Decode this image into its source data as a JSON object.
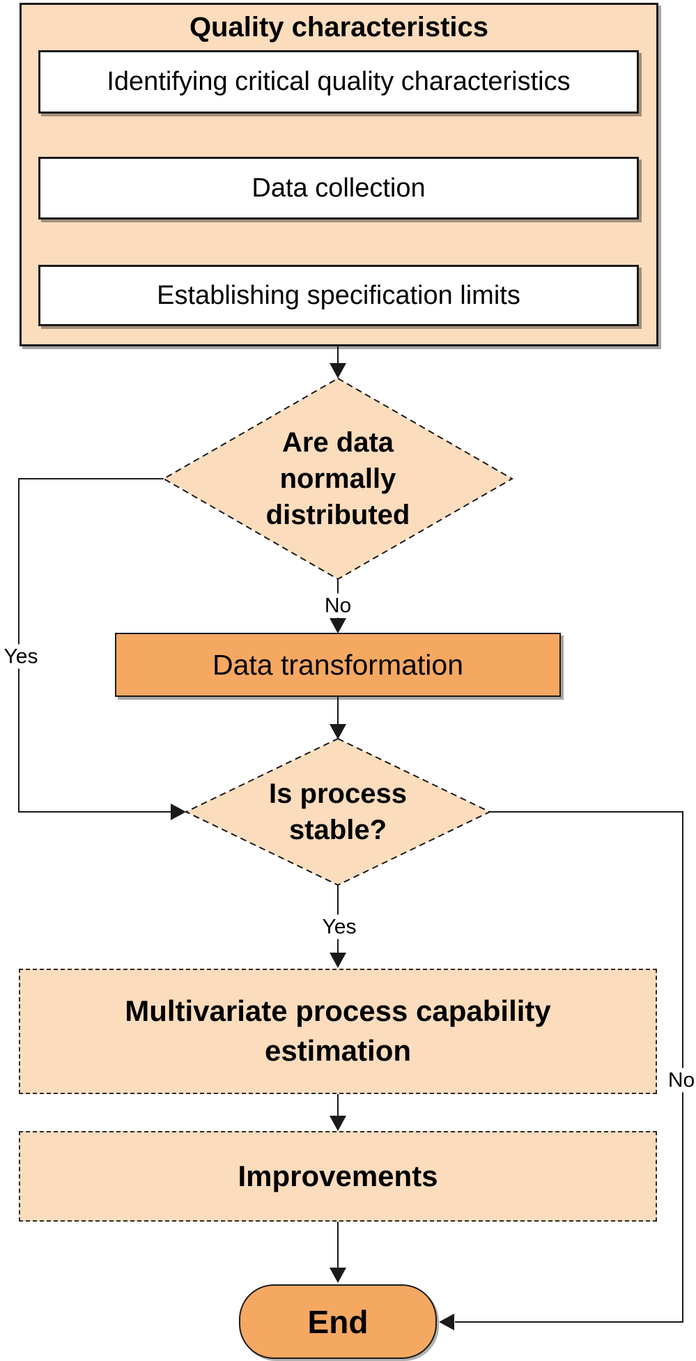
{
  "flowchart": {
    "colors": {
      "light_fill": "#FBDCBD",
      "accent_fill": "#F5A862",
      "line": "#1A1A1A"
    },
    "group": {
      "title": "Quality characteristics",
      "steps": [
        {
          "label": "Identifying critical quality characteristics"
        },
        {
          "label": "Data collection"
        },
        {
          "label": "Establishing specification limits"
        }
      ]
    },
    "decision_normality": {
      "label": "Are data\nnormally\ndistributed",
      "no_label": "No",
      "yes_label": "Yes"
    },
    "transformation": {
      "label": "Data transformation"
    },
    "decision_stability": {
      "label": "Is process\nstable?",
      "yes_label": "Yes",
      "no_label": "No"
    },
    "estimation": {
      "label": "Multivariate process capability\nestimation"
    },
    "improvements": {
      "label": "Improvements"
    },
    "end": {
      "label": "End"
    }
  }
}
